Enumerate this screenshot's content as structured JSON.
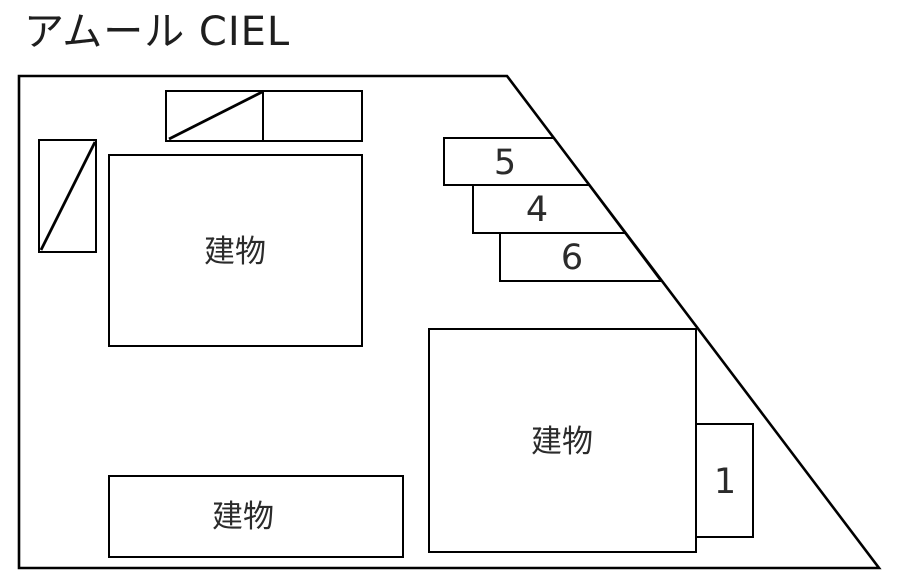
{
  "title": "アムール CIEL",
  "buildings": [
    {
      "position": "upper-left",
      "label": "建物"
    },
    {
      "position": "lower-right",
      "label": "建物"
    },
    {
      "position": "lower-left",
      "label": "建物"
    }
  ],
  "parking_spaces": [
    {
      "number": "5"
    },
    {
      "number": "4"
    },
    {
      "number": "6"
    },
    {
      "number": "1"
    }
  ],
  "colors": {
    "line": "#000000",
    "background": "#ffffff",
    "label_text": "#2b2b2b"
  }
}
